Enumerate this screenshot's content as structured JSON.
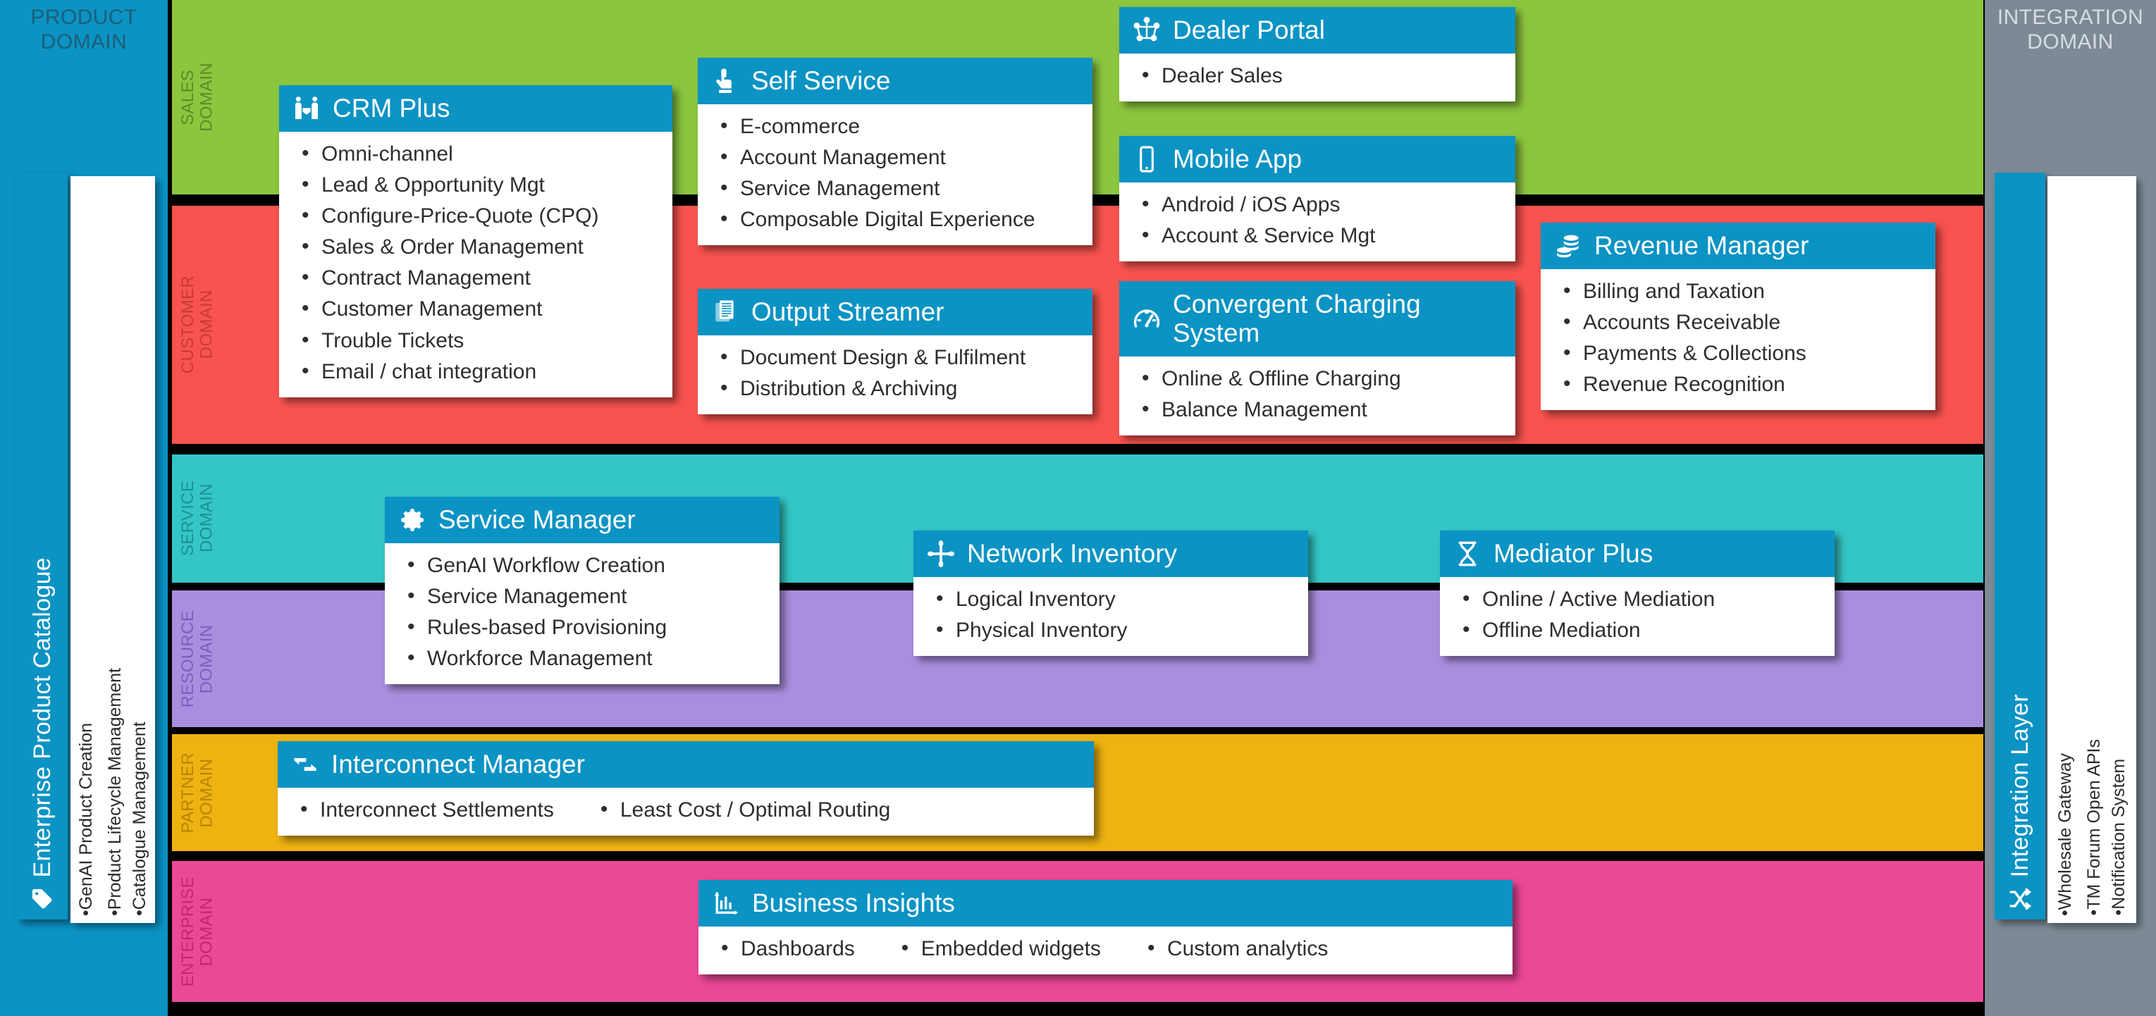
{
  "left_domain": {
    "label": "PRODUCT\nDOMAIN",
    "strip_title": "Enterprise Product Catalogue",
    "strip_icon": "tag-icon",
    "bullets_col1": [
      "Product Lifecycle Management",
      "Catalogue Management"
    ],
    "bullets_col2": [
      "GenAI Product Creation"
    ]
  },
  "right_domain": {
    "label": "INTEGRATION\nDOMAIN",
    "strip_title": "Integration Layer",
    "strip_icon": "shuffle-icon",
    "bullets_col1": [
      "TM Forum Open APIs",
      "Notification System"
    ],
    "bullets_col2": [
      "Wholesale Gateway"
    ]
  },
  "bands": [
    {
      "id": "sales",
      "label": "SALES\nDOMAIN",
      "color": "#8cc63f",
      "text_color": "#5d8a27"
    },
    {
      "id": "customer",
      "label": "CUSTOMER\nDOMAIN",
      "color": "#f9534f",
      "text_color": "#c43b38"
    },
    {
      "id": "service",
      "label": "SERVICE\nDOMAIN",
      "color": "#34c6c6",
      "text_color": "#1d8f90"
    },
    {
      "id": "resource",
      "label": "RESOURCE\nDOMAIN",
      "color": "#a98ede",
      "text_color": "#7a5fc0"
    },
    {
      "id": "partner",
      "label": "PARTNER\nDOMAIN",
      "color": "#eeb211",
      "text_color": "#b58504"
    },
    {
      "id": "enterprise",
      "label": "ENTERPRISE\nDOMAIN",
      "color": "#ec4898",
      "text_color": "#c22771"
    }
  ],
  "cards": {
    "crm_plus": {
      "title": "CRM Plus",
      "icon": "handshake-icon",
      "bullets": [
        "Omni-channel",
        "Lead & Opportunity Mgt",
        "Configure-Price-Quote (CPQ)",
        "Sales & Order Management",
        "Contract Management",
        "Customer Management",
        "Trouble Tickets",
        "Email / chat integration"
      ]
    },
    "self_service": {
      "title": "Self Service",
      "icon": "tap-hand-icon",
      "bullets": [
        "E-commerce",
        "Account Management",
        "Service Management",
        "Composable Digital Experience"
      ]
    },
    "dealer_portal": {
      "title": "Dealer Portal",
      "icon": "network-node-icon",
      "bullets": [
        "Dealer Sales"
      ]
    },
    "mobile_app": {
      "title": "Mobile App",
      "icon": "smartphone-icon",
      "bullets": [
        "Android / iOS Apps",
        "Account & Service Mgt"
      ]
    },
    "output_streamer": {
      "title": "Output Streamer",
      "icon": "documents-icon",
      "bullets": [
        "Document Design & Fulfilment",
        "Distribution & Archiving"
      ]
    },
    "convergent_charging": {
      "title": "Convergent Charging System",
      "icon": "gauge-icon",
      "bullets": [
        "Online & Offline Charging",
        "Balance Management"
      ]
    },
    "revenue_manager": {
      "title": "Revenue Manager",
      "icon": "coins-icon",
      "bullets": [
        "Billing and Taxation",
        "Accounts Receivable",
        "Payments & Collections",
        "Revenue Recognition"
      ]
    },
    "service_manager": {
      "title": "Service Manager",
      "icon": "gear-icon",
      "bullets": [
        "GenAI Workflow Creation",
        "Service Management",
        "Rules-based Provisioning",
        "Workforce Management"
      ]
    },
    "network_inventory": {
      "title": "Network Inventory",
      "icon": "node-cross-icon",
      "bullets": [
        "Logical Inventory",
        "Physical Inventory"
      ]
    },
    "mediator_plus": {
      "title": "Mediator Plus",
      "icon": "hourglass-icon",
      "bullets": [
        "Online / Active Mediation",
        "Offline Mediation"
      ]
    },
    "interconnect_manager": {
      "title": "Interconnect Manager",
      "icon": "exchange-icon",
      "bullets": [
        "Interconnect Settlements",
        "Least Cost / Optimal Routing"
      ]
    },
    "business_insights": {
      "title": "Business Insights",
      "icon": "bar-chart-icon",
      "bullets": [
        "Dashboards",
        "Embedded widgets",
        "Custom analytics"
      ]
    }
  },
  "colors": {
    "accent": "#0b93c4",
    "card_bg": "#ffffff",
    "page_bg": "#000000"
  }
}
